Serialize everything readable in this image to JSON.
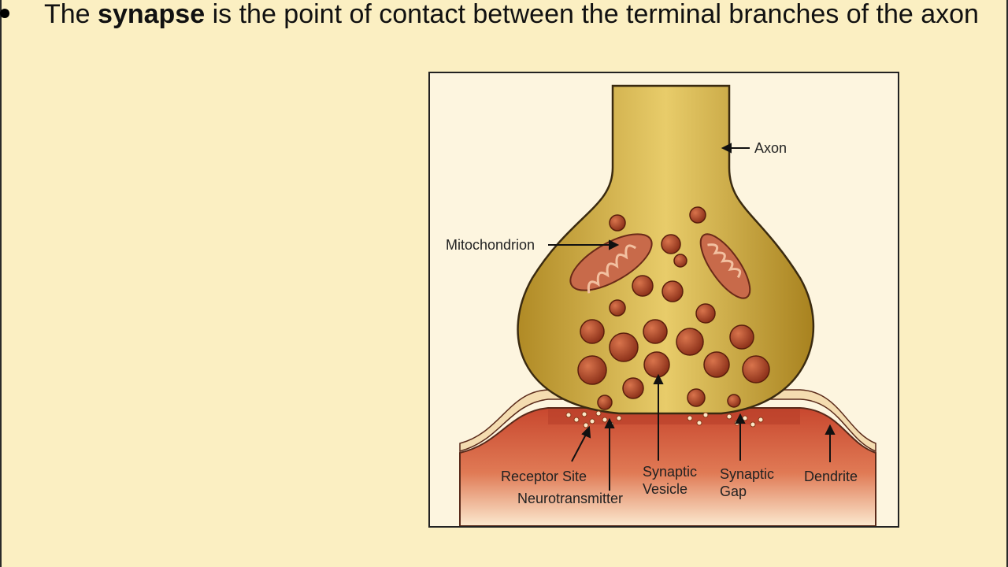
{
  "slide": {
    "bullet": {
      "prefix": "The ",
      "bold": "synapse",
      "suffix": " is the point of contact between the terminal branches of the axon"
    }
  },
  "diagram": {
    "labels": {
      "axon": "Axon",
      "mitochondrion": "Mitochondrion",
      "receptor_site": "Receptor Site",
      "neurotransmitter": "Neurotransmitter",
      "synaptic_vesicle_1": "Synaptic",
      "synaptic_vesicle_2": "Vesicle",
      "synaptic_gap_1": "Synaptic",
      "synaptic_gap_2": "Gap",
      "dendrite": "Dendrite"
    },
    "colors": {
      "axon_fill": "#c8a53a",
      "vesicle_fill": "#a8452a",
      "dendrite_fill": "#d96a48",
      "cleft_fill": "#f4dcb0"
    }
  }
}
